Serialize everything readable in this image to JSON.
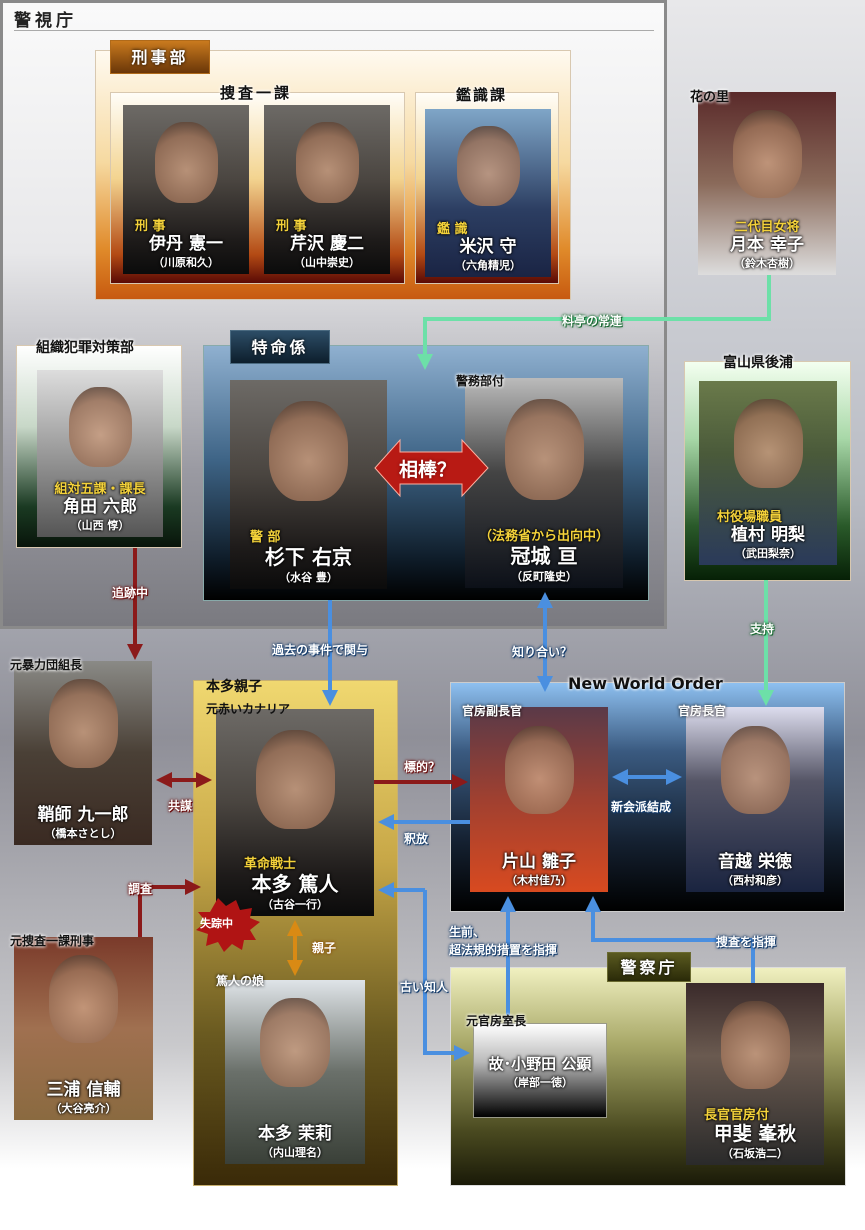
{
  "sections": {
    "mpd": "警視庁",
    "criminal_dept": "刑事部",
    "first_division": "捜査一課",
    "forensics": "鑑識課",
    "hananosato": "花の里",
    "organized_crime": "組織犯罪対策部",
    "tokumei": "特命係",
    "toyama": "富山県後浦",
    "honda_family": "本多親子",
    "nwo": "New World Order",
    "npa": "警察庁"
  },
  "labels": {
    "kaburagi_pre": "警務部付",
    "honda_pre": "元赤いカナリア",
    "kajishi_pre": "元暴力団組長",
    "miura_pre": "元捜査一課刑事",
    "mari_pre": "篤人の娘",
    "katayama_pre": "官房副長官",
    "otogoshi_pre": "官房長官",
    "onoda_pre": "元官房室長"
  },
  "people": {
    "itami": {
      "role": "刑 事",
      "name": "伊丹 憲一",
      "actor": "（川原和久）"
    },
    "serizawa": {
      "role": "刑 事",
      "name": "芹沢 慶二",
      "actor": "（山中崇史）"
    },
    "yonezawa": {
      "role": "鑑 識",
      "name": "米沢 守",
      "actor": "（六角精児）"
    },
    "tsukimoto": {
      "role": "二代目女将",
      "name": "月本 幸子",
      "actor": "（鈴木杏樹）"
    },
    "kakuta": {
      "role": "組対五課・課長",
      "name": "角田 六郎",
      "actor": "（山西 惇）"
    },
    "sugishita": {
      "role": "警 部",
      "name": "杉下 右京",
      "actor": "（水谷 豊）"
    },
    "kaburagi": {
      "role": "（法務省から出向中）",
      "name": "冠城 亘",
      "actor": "（反町隆史）"
    },
    "uemura": {
      "role": "村役場職員",
      "name": "植村 明梨",
      "actor": "（武田梨奈）"
    },
    "kajishi": {
      "name": "鞘師 九一郎",
      "actor": "（橋本さとし）"
    },
    "honda": {
      "role": "革命戦士",
      "name": "本多 篤人",
      "actor": "（古谷一行）"
    },
    "miura": {
      "name": "三浦 信輔",
      "actor": "（大谷亮介）"
    },
    "mari": {
      "name": "本多 茉莉",
      "actor": "（内山理名）"
    },
    "katayama": {
      "name": "片山 雛子",
      "actor": "（木村佳乃）"
    },
    "otogoshi": {
      "name": "音越 栄徳",
      "actor": "（西村和彦）"
    },
    "onoda": {
      "name": "故･小野田 公顕",
      "actor": "（岸部一徳）"
    },
    "kai": {
      "role": "長官官房付",
      "name": "甲斐 峯秋",
      "actor": "（石坂浩二）"
    }
  },
  "relations": {
    "partner": "相棒？",
    "regular": "料亭の常連",
    "tracking": "追跡中",
    "support": "支持",
    "past_case": "過去の事件で関与",
    "acquaintance_q": "知り合い？",
    "conspiracy": "共謀",
    "target": "標的？",
    "release": "釈放",
    "investigation": "調査",
    "missing": "失踪中",
    "parent_child": "親子",
    "new_faction": "新会派結成",
    "old_acquaintance": "古い知人",
    "extralegal_1": "生前、",
    "extralegal_2": "超法規的措置を指揮",
    "direct_investigation": "捜査を指揮"
  },
  "colors": {
    "red": "#8b1a1a",
    "blue": "#4a8fe0",
    "green": "#6de0a8",
    "orange": "#d98a14"
  }
}
